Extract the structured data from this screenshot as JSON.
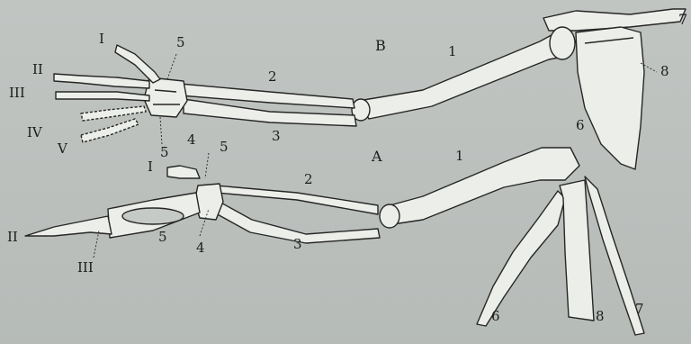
{
  "figure": {
    "panel_b": {
      "panel_label": "B",
      "labels": {
        "humerus": "1",
        "radius": "2",
        "ulna": "3",
        "carpal": "4",
        "metacarpal": "5",
        "scapula": "6",
        "clavicle": "7",
        "coracoid": "8",
        "digit_1": "I",
        "digit_2": "II",
        "digit_3": "III",
        "digit_4": "IV",
        "digit_5": "V",
        "carpal_lower": "5"
      }
    },
    "panel_a": {
      "panel_label": "A",
      "labels": {
        "humerus": "1",
        "radius": "2",
        "ulna": "3",
        "carpal": "4",
        "metacarpal_top": "5",
        "metacarpal_low": "5",
        "scapula": "6",
        "clavicle": "7",
        "coracoid": "8",
        "digit_1": "I",
        "digit_2": "II",
        "digit_3": "III"
      }
    }
  }
}
